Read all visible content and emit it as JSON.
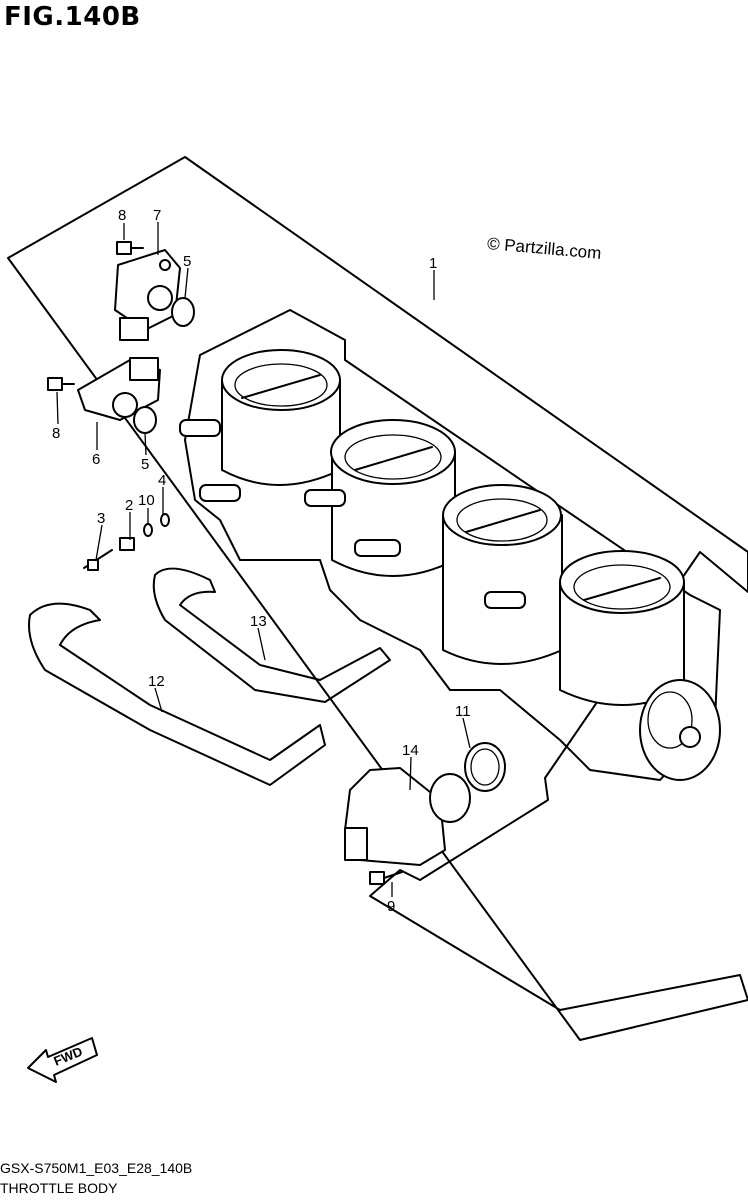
{
  "figure": {
    "title": "FIG.140B",
    "copyright": "© Partzilla.com",
    "model_code": "GSX-S750M1_E03_E28_140B",
    "caption": "THROTTLE BODY",
    "fwd_label": "FWD"
  },
  "callouts": [
    {
      "id": "c1",
      "label": "1"
    },
    {
      "id": "c2",
      "label": "2"
    },
    {
      "id": "c3",
      "label": "3"
    },
    {
      "id": "c4",
      "label": "4"
    },
    {
      "id": "c5a",
      "label": "5"
    },
    {
      "id": "c5b",
      "label": "5"
    },
    {
      "id": "c6",
      "label": "6"
    },
    {
      "id": "c7",
      "label": "7"
    },
    {
      "id": "c8a",
      "label": "8"
    },
    {
      "id": "c8b",
      "label": "8"
    },
    {
      "id": "c9",
      "label": "9"
    },
    {
      "id": "c10",
      "label": "10"
    },
    {
      "id": "c11",
      "label": "11"
    },
    {
      "id": "c12",
      "label": "12"
    },
    {
      "id": "c13",
      "label": "13"
    },
    {
      "id": "c14",
      "label": "14"
    }
  ]
}
